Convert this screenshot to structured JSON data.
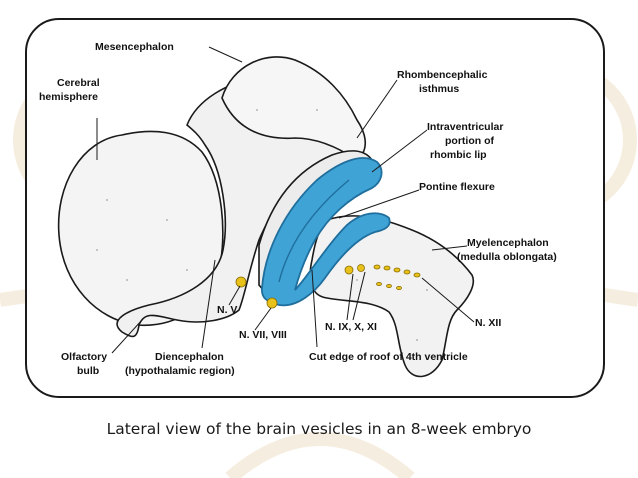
{
  "diagram": {
    "labels": {
      "mesencephalon": "Mesencephalon",
      "cerebral_1": "Cerebral",
      "cerebral_2": "hemisphere",
      "rhomb_isthmus_1": "Rhombencephalic",
      "rhomb_isthmus_2": "isthmus",
      "intraventricular_1": "Intraventricular",
      "intraventricular_2": "portion of",
      "intraventricular_3": "rhombic lip",
      "pontine_flexure": "Pontine flexure",
      "myelencephalon_1": "Myelencephalon",
      "myelencephalon_2": "(medulla oblongata)",
      "n_v": "N. V",
      "n_vii_viii": "N. VII, VIII",
      "n_ix_x_xi": "N. IX, X, XI",
      "n_xii": "N. XII",
      "olfactory_1": "Olfactory",
      "olfactory_2": "bulb",
      "diencephalon_1": "Diencephalon",
      "diencephalon_2": "(hypothalamic region)",
      "cut_edge": "Cut edge of roof of 4th ventricle"
    },
    "colors": {
      "ventricle_fill": "#3fa3d6",
      "ventricle_dark": "#1f6e9c",
      "nerve_fill": "#e8c21a",
      "outline": "#1a1a1a",
      "frame": "#1a1a1a"
    }
  },
  "caption": "Lateral view of the brain vesicles in an 8-week embryo"
}
